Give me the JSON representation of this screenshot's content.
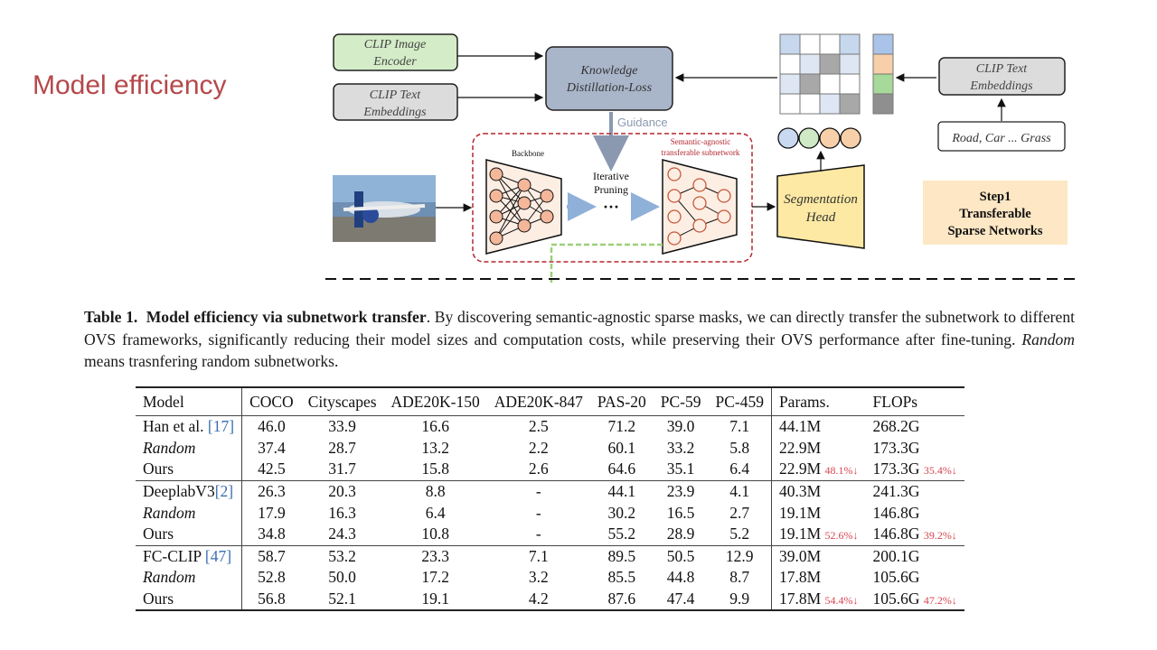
{
  "slide": {
    "title": "Model efficiency"
  },
  "diagram": {
    "clip_image_encoder": [
      "CLIP Image",
      "Encoder"
    ],
    "clip_text_embeddings_left": [
      "CLIP Text",
      "Embeddings"
    ],
    "knowledge_distillation": [
      "Knowledge",
      "Distillation-Loss"
    ],
    "guidance": "Guidance",
    "backbone": "Backbone",
    "iterative_pruning": [
      "Iterative",
      "Pruning"
    ],
    "ellipsis": "···",
    "subnetwork_label": [
      "Semantic-agnostic",
      "transferable subnetwork"
    ],
    "segmentation_head": [
      "Segmentation",
      "Head"
    ],
    "clip_text_embeddings_right": [
      "CLIP Text",
      "Embeddings"
    ],
    "classes": "Road, Car ... Grass",
    "step_box": [
      "Step1",
      "Transferable",
      "Sparse Networks"
    ],
    "colors": {
      "green": "#d4edc8",
      "gray": "#dcdcdc",
      "blue_gray": "#a9b5c9",
      "red_dashed": "#b3262e",
      "yellow": "#fde9a3",
      "step_bg": "#fde7c4"
    }
  },
  "caption": {
    "label": "Table 1.",
    "bold_title": "Model efficiency via subnetwork transfer",
    "body": ". By discovering semantic-agnostic sparse masks, we can directly transfer the subnetwork to different OVS frameworks, significantly reducing their model sizes and computation costs, while preserving their OVS performance after fine-tuning.",
    "random_word": "Random",
    "tail": " means trasnfering random subnetworks."
  },
  "table": {
    "headers": [
      "Model",
      "COCO",
      "Cityscapes",
      "ADE20K-150",
      "ADE20K-847",
      "PAS-20",
      "PC-59",
      "PC-459",
      "Params.",
      "FLOPs"
    ],
    "rows": [
      {
        "model": "Han et al. ",
        "cite": "[17]",
        "italic": false,
        "values": [
          "46.0",
          "33.9",
          "16.6",
          "2.5",
          "71.2",
          "39.0",
          "7.1"
        ],
        "params": "44.1M",
        "params_delta": "",
        "flops": "268.2G",
        "flops_delta": ""
      },
      {
        "model": "Random",
        "cite": "",
        "italic": true,
        "values": [
          "37.4",
          "28.7",
          "13.2",
          "2.2",
          "60.1",
          "33.2",
          "5.8"
        ],
        "params": "22.9M",
        "params_delta": "",
        "flops": "173.3G",
        "flops_delta": ""
      },
      {
        "model": "Ours",
        "cite": "",
        "italic": false,
        "values": [
          "42.5",
          "31.7",
          "15.8",
          "2.6",
          "64.6",
          "35.1",
          "6.4"
        ],
        "params": "22.9M",
        "params_delta": "48.1%↓",
        "flops": "173.3G",
        "flops_delta": "35.4%↓"
      },
      {
        "model": "DeeplabV3",
        "cite": "[2]",
        "italic": false,
        "values": [
          "26.3",
          "20.3",
          "8.8",
          "-",
          "44.1",
          "23.9",
          "4.1"
        ],
        "params": "40.3M",
        "params_delta": "",
        "flops": "241.3G",
        "flops_delta": ""
      },
      {
        "model": "Random",
        "cite": "",
        "italic": true,
        "values": [
          "17.9",
          "16.3",
          "6.4",
          "-",
          "30.2",
          "16.5",
          "2.7"
        ],
        "params": "19.1M",
        "params_delta": "",
        "flops": "146.8G",
        "flops_delta": ""
      },
      {
        "model": "Ours",
        "cite": "",
        "italic": false,
        "values": [
          "34.8",
          "24.3",
          "10.8",
          "-",
          "55.2",
          "28.9",
          "5.2"
        ],
        "params": "19.1M",
        "params_delta": "52.6%↓",
        "flops": "146.8G",
        "flops_delta": "39.2%↓"
      },
      {
        "model": "FC-CLIP ",
        "cite": "[47]",
        "italic": false,
        "values": [
          "58.7",
          "53.2",
          "23.3",
          "7.1",
          "89.5",
          "50.5",
          "12.9"
        ],
        "params": "39.0M",
        "params_delta": "",
        "flops": "200.1G",
        "flops_delta": ""
      },
      {
        "model": "Random",
        "cite": "",
        "italic": true,
        "values": [
          "52.8",
          "50.0",
          "17.2",
          "3.2",
          "85.5",
          "44.8",
          "8.7"
        ],
        "params": "17.8M",
        "params_delta": "",
        "flops": "105.6G",
        "flops_delta": ""
      },
      {
        "model": "Ours",
        "cite": "",
        "italic": false,
        "values": [
          "56.8",
          "52.1",
          "19.1",
          "4.2",
          "87.6",
          "47.4",
          "9.9"
        ],
        "params": "17.8M",
        "params_delta": "54.4%↓",
        "flops": "105.6G",
        "flops_delta": "47.2%↓"
      }
    ]
  }
}
